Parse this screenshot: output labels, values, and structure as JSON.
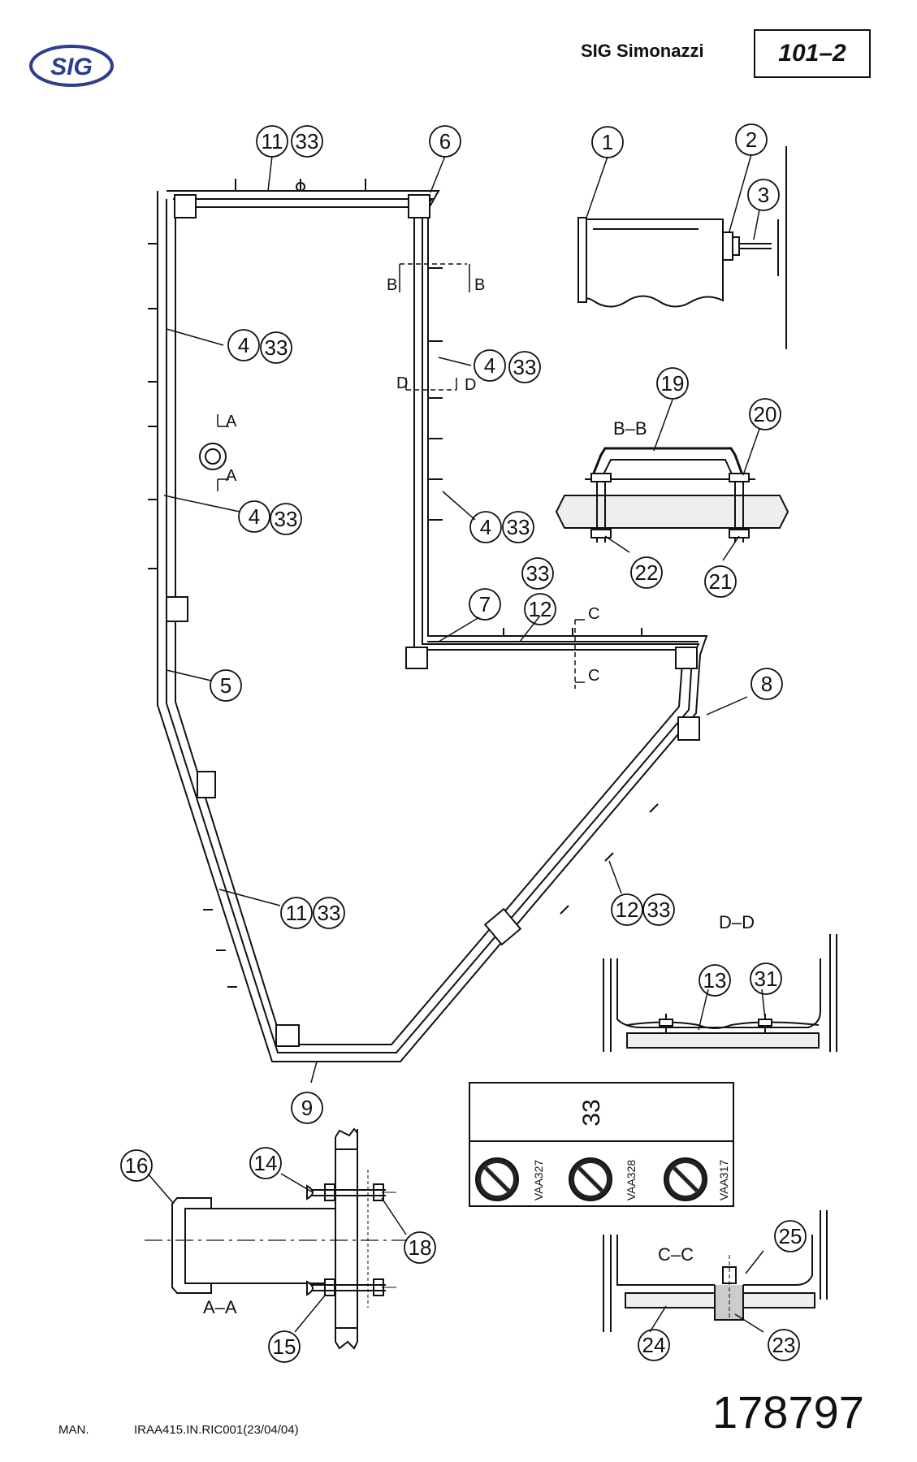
{
  "header": {
    "logo_text": "SIG",
    "brand": "SIG Simonazzi",
    "code": "101–2"
  },
  "sections": {
    "aa": "A–A",
    "bb": "B–B",
    "cc": "C–C",
    "dd": "D–D",
    "a": "A",
    "b": "B",
    "c": "C",
    "d": "D"
  },
  "callouts": {
    "n1": "1",
    "n2": "2",
    "n3": "3",
    "n4": "4",
    "n5": "5",
    "n6": "6",
    "n7": "7",
    "n8": "8",
    "n9": "9",
    "n11": "11",
    "n12": "12",
    "n13": "13",
    "n14": "14",
    "n15": "15",
    "n16": "16",
    "n18": "18",
    "n19": "19",
    "n20": "20",
    "n21": "21",
    "n22": "22",
    "n23": "23",
    "n24": "24",
    "n25": "25",
    "n31": "31",
    "n33": "33"
  },
  "label_box": {
    "number": "33",
    "codes": [
      "VAA327",
      "VAA328",
      "VAA317"
    ]
  },
  "footer": {
    "man": "MAN.",
    "ref": "IRAA415.IN.RIC001(23/04/04)",
    "number": "178797"
  }
}
